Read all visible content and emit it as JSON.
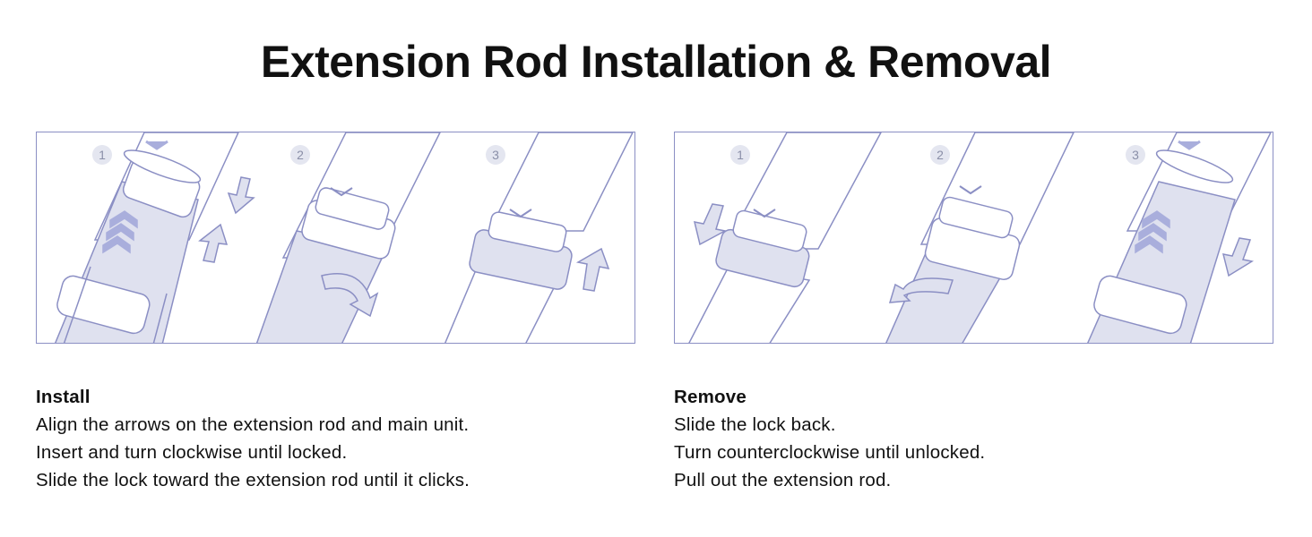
{
  "title": "Extension Rod Installation & Removal",
  "colors": {
    "line": "#8b8fc4",
    "fill": "#dfe1ef",
    "accent": "#a9aedc",
    "step_bg": "#e4e6f0"
  },
  "install": {
    "steps": [
      "1",
      "2",
      "3"
    ],
    "heading": "Install",
    "lines": [
      "Align the arrows on the extension rod and main unit.",
      "Insert and turn clockwise until locked.",
      "Slide the lock toward the extension rod until it clicks."
    ]
  },
  "remove": {
    "steps": [
      "1",
      "2",
      "3"
    ],
    "heading": "Remove",
    "lines": [
      "Slide the lock back.",
      "Turn counterclockwise until unlocked.",
      "Pull out the extension rod."
    ]
  }
}
